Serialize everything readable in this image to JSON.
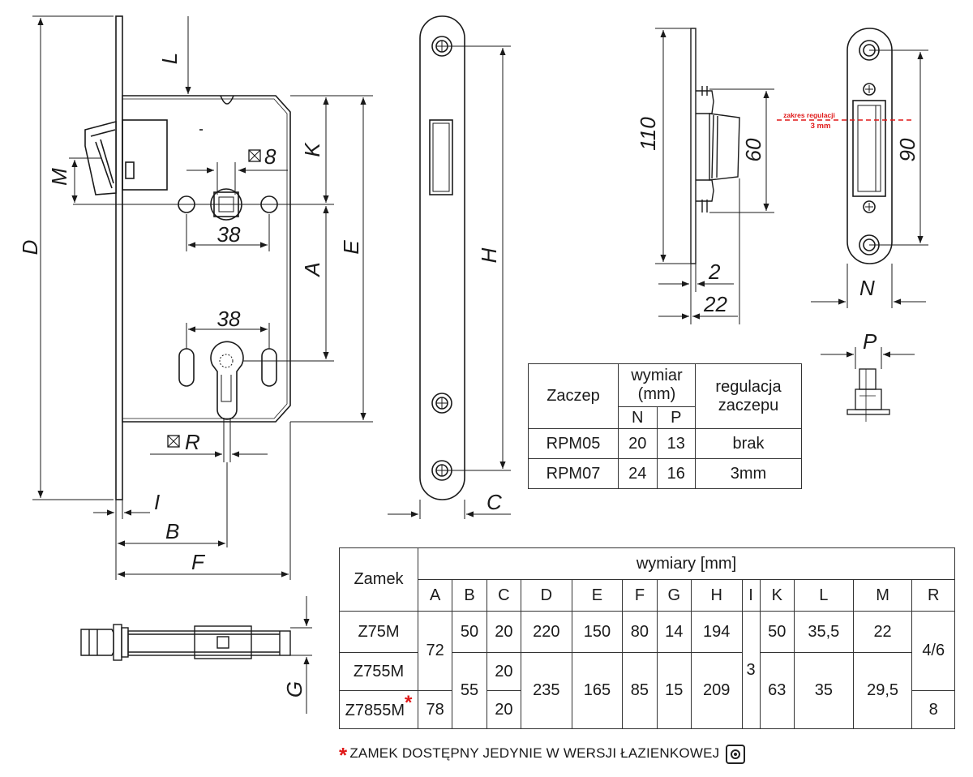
{
  "labels": {
    "D": "D",
    "L": "L",
    "K": "K",
    "M": "M",
    "E": "E",
    "A": "A",
    "R": "R",
    "I": "I",
    "B": "B",
    "F": "F",
    "G": "G",
    "H": "H",
    "C": "C",
    "N": "N",
    "P": "P",
    "eight": "8",
    "d38_top": "38",
    "d38_bottom": "38",
    "d110": "110",
    "d60": "60",
    "d90": "90",
    "d2": "2",
    "d22": "22"
  },
  "adjustment_note": {
    "line1": "zakres regulacji",
    "line2": "3 mm"
  },
  "strike_table": {
    "col_zaczep": "Zaczep",
    "col_wymiar": "wymiar (mm)",
    "col_regulacja": "regulacja zaczepu",
    "sub_n": "N",
    "sub_p": "P",
    "rows": [
      {
        "name": "RPM05",
        "n": "20",
        "p": "13",
        "reg": "brak"
      },
      {
        "name": "RPM07",
        "n": "24",
        "p": "16",
        "reg": "3mm"
      }
    ]
  },
  "lock_table": {
    "col_zamek": "Zamek",
    "col_wymiary": "wymiary [mm]",
    "headers": [
      "A",
      "B",
      "C",
      "D",
      "E",
      "F",
      "G",
      "H",
      "I",
      "K",
      "L",
      "M",
      "R"
    ],
    "models": [
      "Z75M",
      "Z755M",
      "Z7855M"
    ],
    "A": [
      "72",
      "78"
    ],
    "B": [
      "50",
      "55"
    ],
    "C": [
      "20",
      "20",
      "20"
    ],
    "D": [
      "220",
      "235"
    ],
    "E": [
      "150",
      "165"
    ],
    "F": [
      "80",
      "85"
    ],
    "G": [
      "14",
      "15"
    ],
    "H": [
      "194",
      "209"
    ],
    "I": "3",
    "K": [
      "50",
      "63"
    ],
    "L": [
      "35,5",
      "35"
    ],
    "M": [
      "22",
      "29,5"
    ],
    "R": [
      "4/6",
      "8"
    ]
  },
  "footnote": "ZAMEK DOSTĘPNY JEDYNIE W WERSJI ŁAZIENKOWEJ",
  "colors": {
    "ink": "#1a1a1a",
    "accent_red": "#e01818"
  }
}
